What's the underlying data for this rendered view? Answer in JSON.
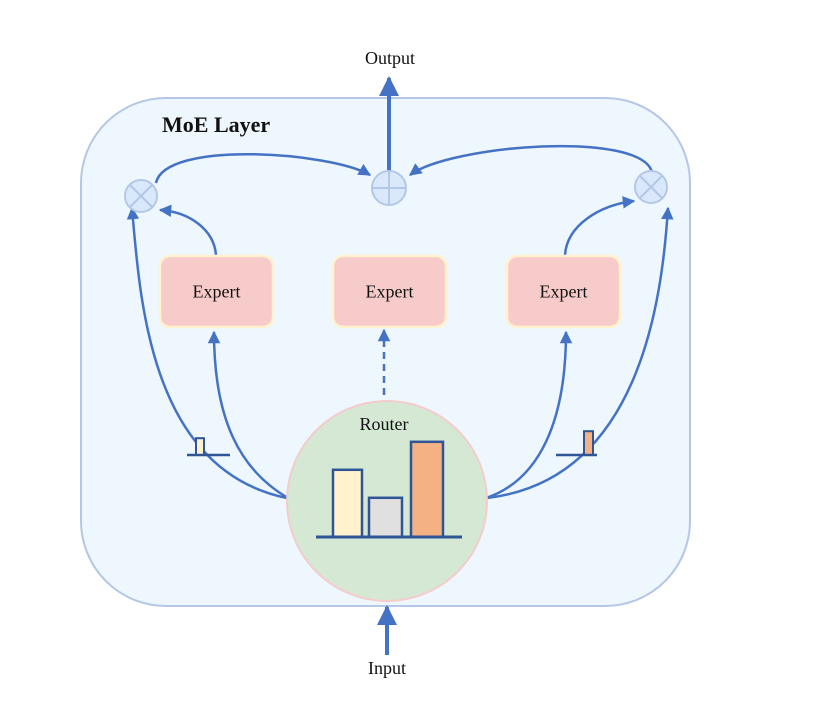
{
  "labels": {
    "output": "Output",
    "input": "Input",
    "layer_title": "MoE Layer",
    "router": "Router"
  },
  "experts": [
    {
      "label": "Expert",
      "selected": true
    },
    {
      "label": "Expert",
      "selected": false
    },
    {
      "label": "Expert",
      "selected": true
    }
  ],
  "router_scores": [
    {
      "value": 0.48,
      "color": "#fff2cc"
    },
    {
      "value": 0.28,
      "color": "#e0e0e0"
    },
    {
      "value": 0.68,
      "color": "#f4b183"
    }
  ],
  "gate_weights": {
    "left": {
      "value": 0.48,
      "color": "#fff2cc"
    },
    "right": {
      "value": 0.68,
      "color": "#f4b183"
    }
  },
  "colors": {
    "arrow": "#4472c4",
    "layer_fill": "#eef7fd",
    "layer_border": "#b4c7e7",
    "expert_fill": "#f8cbcb",
    "expert_border": "#fff2cc",
    "router_fill": "#d5e8d4",
    "router_border": "#f4cccc",
    "op_fill": "#dae8fc",
    "op_stroke": "#b4c7e7"
  }
}
